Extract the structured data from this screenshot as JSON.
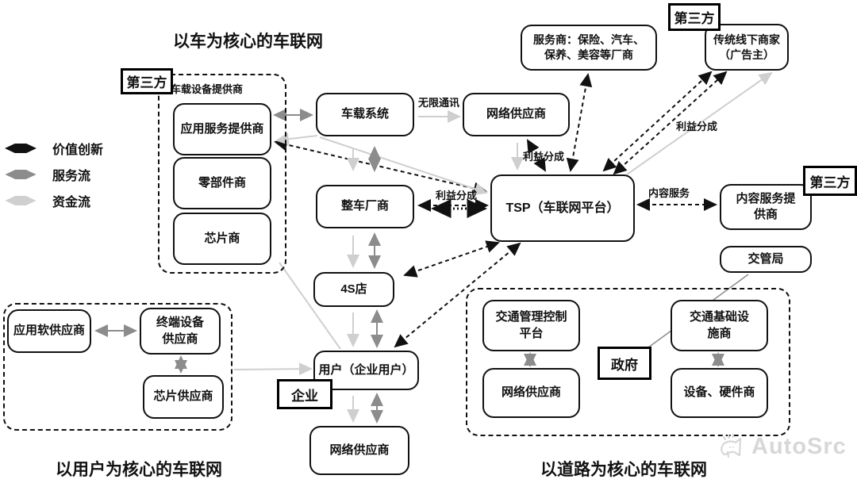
{
  "titles": {
    "vehicle": "以车为核心的车联网",
    "user": "以用户为核心的车联网",
    "road": "以道路为核心的车联网"
  },
  "legend": {
    "value_innovation": "价值创新",
    "service_flow": "服务流",
    "capital_flow": "资金流"
  },
  "tags": {
    "third_party": "第三方",
    "enterprise": "企业",
    "government": "政府"
  },
  "groups": {
    "vehicle_device_label": "车载设备提供商"
  },
  "nodes": {
    "app_service_provider": "应用服务提供商",
    "parts_supplier": "零部件商",
    "chip_maker": "芯片商",
    "vehicle_system": "车载系统",
    "network_provider_top": "网络供应商",
    "oem": "整车厂商",
    "s4_store": "4S店",
    "user": "用户（企业用户）",
    "network_provider_user": "网络供应商",
    "tsp": "TSP（车联网平台）",
    "service_merchants": "服务商：保险、汽车、\n保养、美容等厂商",
    "offline_merchants": "传统线下商家\n（广告主）",
    "content_service_provider": "内容服务提\n供商",
    "traffic_bureau": "交管局",
    "traffic_mgmt_platform": "交通管理控制\n平台",
    "network_provider_road": "网络供应商",
    "road_infra_provider": "交通基础设\n施商",
    "device_hardware_vendor": "设备、硬件商",
    "app_software_supplier": "应用软供应商",
    "terminal_device_supplier": "终端设备\n供应商",
    "chip_supplier": "芯片供应商"
  },
  "edge_labels": {
    "wireless_comm": "无限通讯",
    "profit_share": "利益分成",
    "content_service": "内容服务"
  },
  "watermark": {
    "text": "AutoSrc",
    "icon": "megaphone-icon"
  },
  "colors": {
    "value_innovation": "#111111",
    "service_flow": "#8c8c8c",
    "capital_flow": "#cfcfcf",
    "watermark": "#d7d7d7"
  }
}
